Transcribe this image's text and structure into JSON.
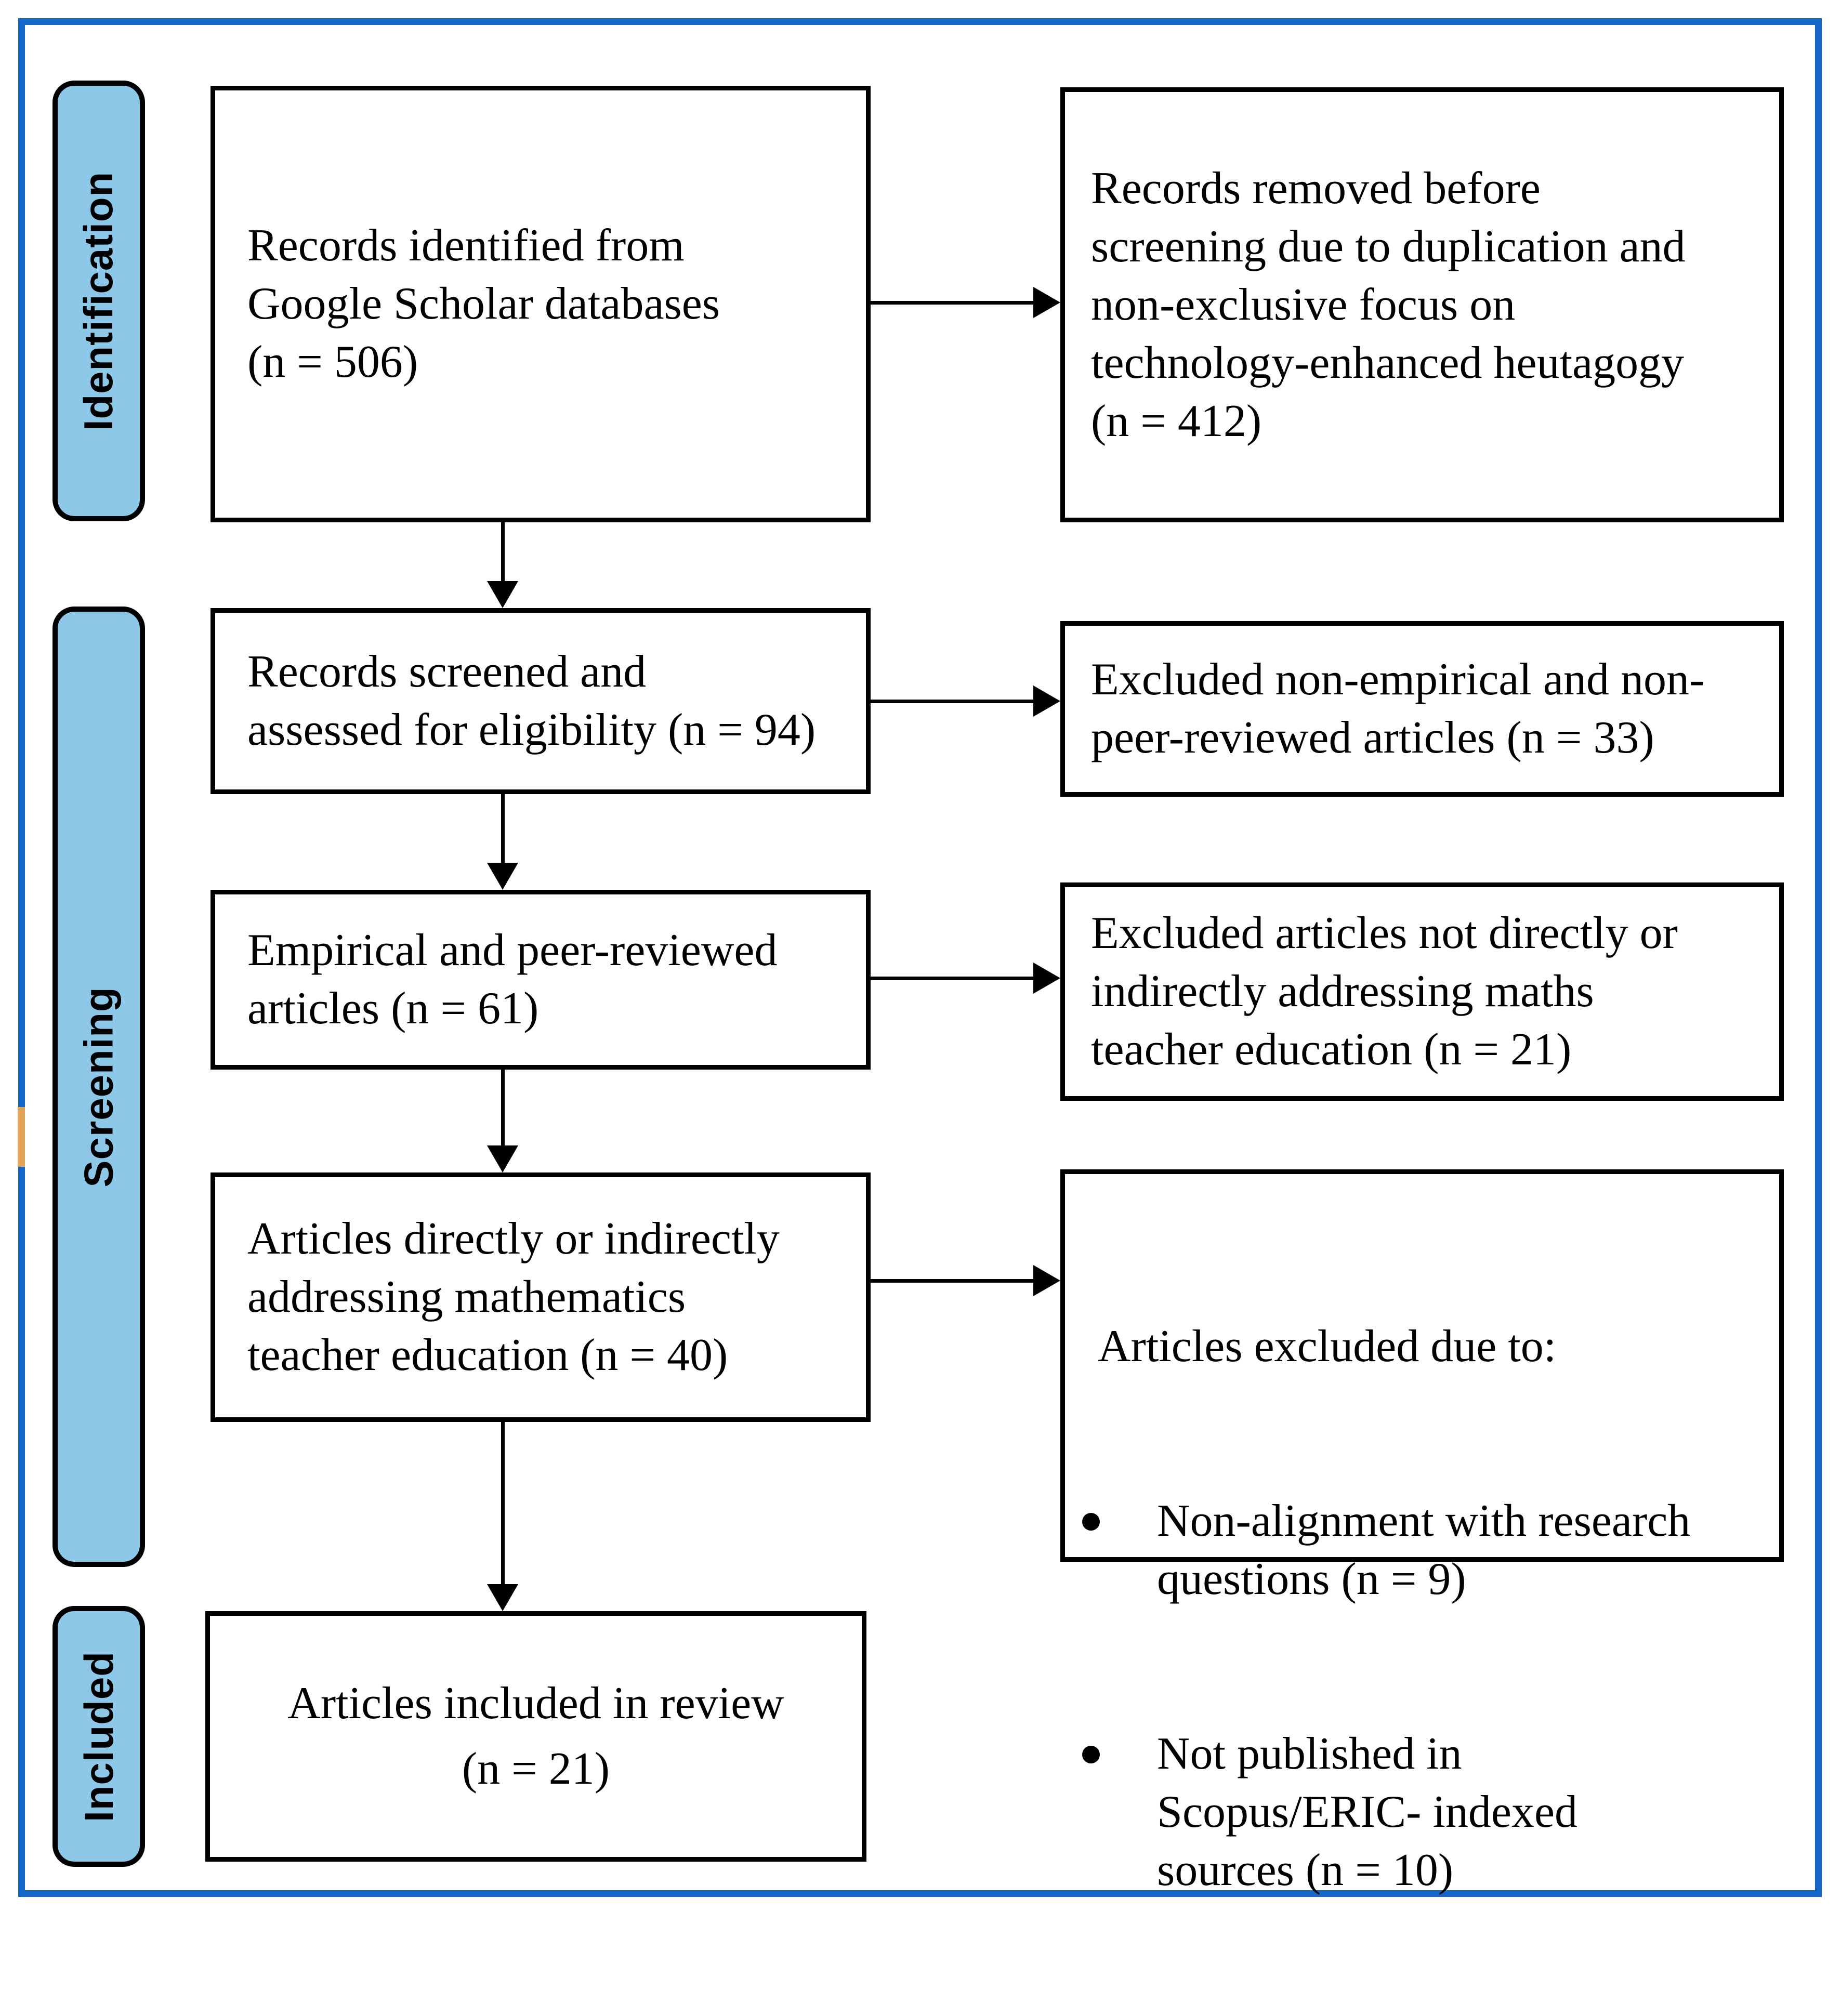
{
  "figure": {
    "stages": [
      {
        "label": "Identification"
      },
      {
        "label": "Screening"
      },
      {
        "label": "Included"
      }
    ],
    "boxes": {
      "identified": "Records identified from\nGoogle Scholar databases\n(n = 506)",
      "removed_before_screening": "Records removed before\nscreening due to duplication and\nnon-exclusive focus on\ntechnology-enhanced heutagogy\n(n = 412)",
      "screened": "Records screened and\nassessed for eligibility (n = 94)",
      "excluded_non_empirical": "Excluded non-empirical and non-\npeer-reviewed articles (n = 33)",
      "empirical": "Empirical and peer-reviewed\narticles (n = 61)",
      "excluded_not_addressing": "Excluded articles not directly or\nindirectly addressing maths\nteacher education (n = 21)",
      "addressing": "Articles directly or indirectly\naddressing mathematics\nteacher education (n = 40)",
      "excluded_reasons": {
        "title": "Articles excluded due to:",
        "bullets": [
          "Non-alignment with research\nquestions (n = 9)",
          "Not published in\nScopus/ERIC- indexed\nsources (n = 10)"
        ]
      },
      "included": "Articles included in review\n(n = 21)"
    },
    "colors": {
      "frame_blue": "#1766C9",
      "stage_fill": "#8EC8E9",
      "box_border": "#000000",
      "artifact_orange": "#E0A356"
    }
  }
}
